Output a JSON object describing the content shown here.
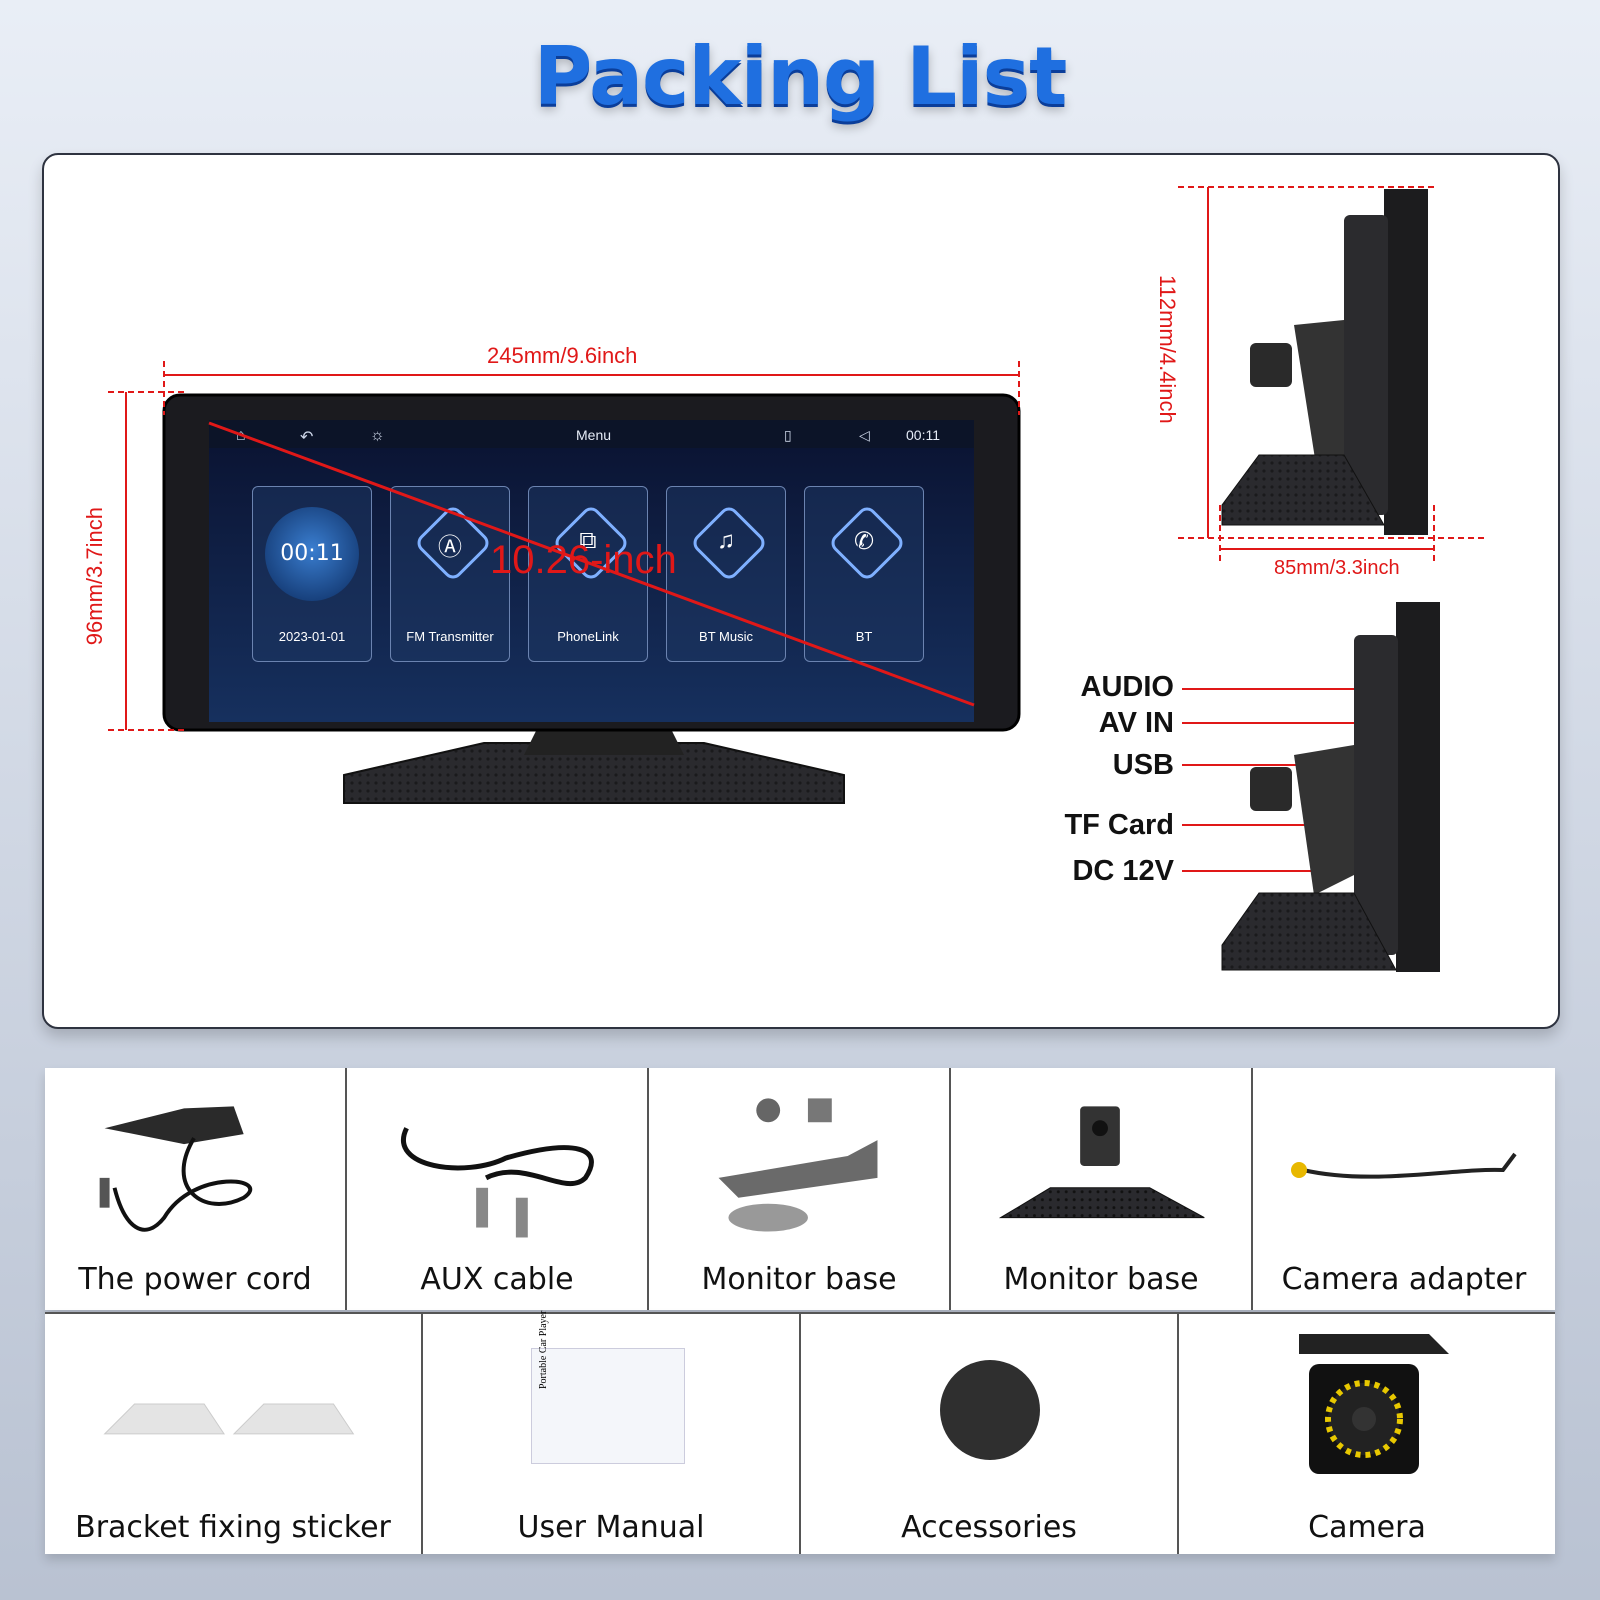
{
  "header": {
    "title": "Packing List"
  },
  "product": {
    "dimensions": {
      "width": "245mm/9.6inch",
      "height": "96mm/3.7inch",
      "diagonal": "10.26-inch",
      "side_height": "112mm/4.4inch",
      "depth": "85mm/3.3inch"
    },
    "screen": {
      "status_title": "Menu",
      "time": "00:11",
      "clock_time": "00:11",
      "date": "2023-01-01",
      "apps": [
        {
          "label": "FM Transmitter",
          "icon": "antenna-icon"
        },
        {
          "label": "PhoneLink",
          "icon": "phonelink-icon"
        },
        {
          "label": "BT Music",
          "icon": "headphones-icon"
        },
        {
          "label": "BT",
          "icon": "phone-icon"
        }
      ]
    },
    "ports": [
      "AUDIO",
      "AV IN",
      "USB",
      "TF Card",
      "DC 12V"
    ]
  },
  "items_row1": [
    {
      "label": "The power cord"
    },
    {
      "label": "AUX cable"
    },
    {
      "label": "Monitor base"
    },
    {
      "label": "Monitor base"
    },
    {
      "label": "Camera adapter"
    }
  ],
  "items_row2": [
    {
      "label": "Bracket fixing sticker"
    },
    {
      "label": "User Manual"
    },
    {
      "label": "Accessories"
    },
    {
      "label": "Camera"
    }
  ],
  "manual_text": "Portable Car Player",
  "colors": {
    "title": "#1f6fe0",
    "dimension": "#e01818",
    "screen": "#0d1a3a"
  }
}
